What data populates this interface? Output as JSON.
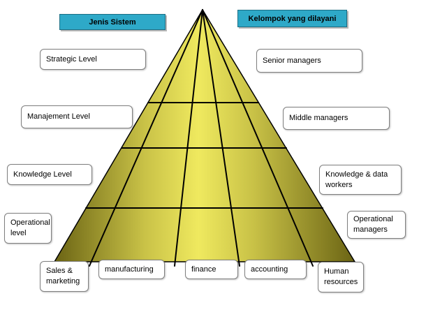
{
  "headers": {
    "left": "Jenis Sistem",
    "right": "Kelompok yang dilayani"
  },
  "levels_left": [
    "Strategic Level",
    "Manajement Level",
    "Knowledge Level",
    "Operational level"
  ],
  "levels_right": [
    "Senior managers",
    "Middle managers",
    "Knowledge & data workers",
    "Operational managers"
  ],
  "functions": [
    "Sales & marketing",
    "manufacturing",
    "finance",
    "accounting",
    "Human resources"
  ],
  "colors": {
    "header_bg": "#2EA9C8",
    "pyramid_dark": "#6B6414",
    "pyramid_mid": "#C9C247",
    "pyramid_light": "#EFE95F",
    "line": "#000000"
  }
}
